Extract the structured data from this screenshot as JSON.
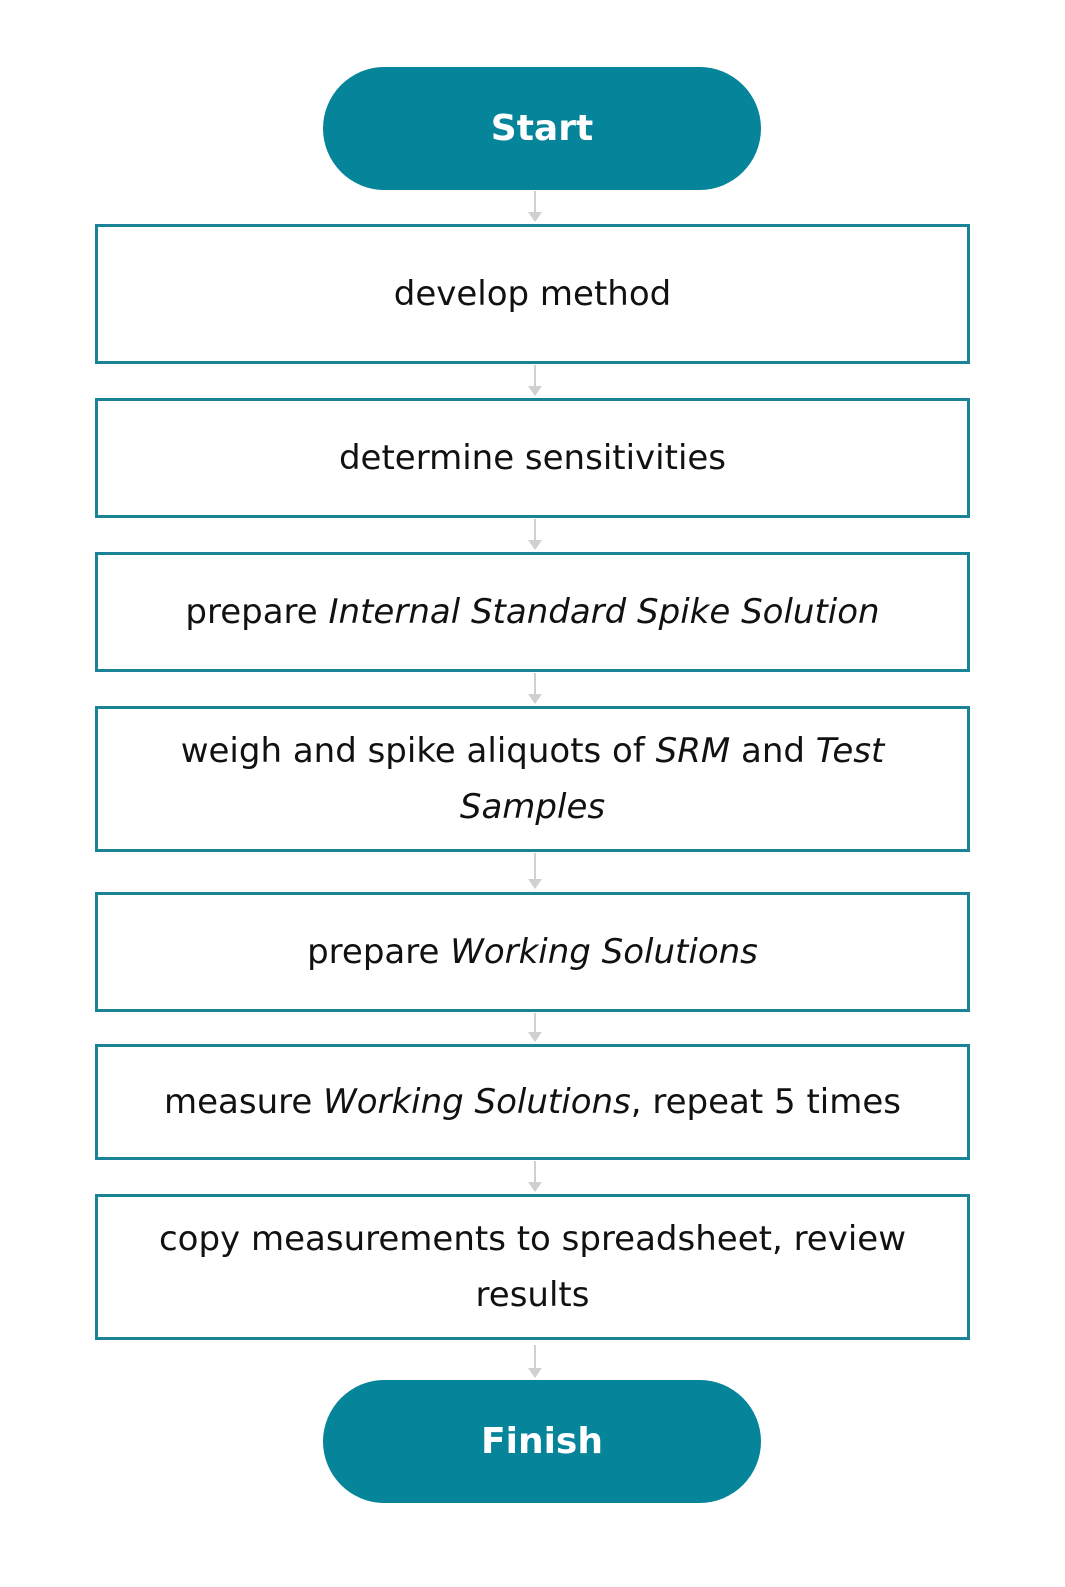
{
  "flowchart": {
    "start_label": "Start",
    "finish_label": "Finish",
    "steps": [
      {
        "parts": [
          "develop method"
        ]
      },
      {
        "parts": [
          "determine sensitivities"
        ]
      },
      {
        "parts": [
          "prepare ",
          "Internal Standard Spike Solution"
        ]
      },
      {
        "parts": [
          "weigh and spike aliquots of ",
          "SRM",
          " and ",
          "Test Samples"
        ]
      },
      {
        "parts": [
          "prepare ",
          "Working Solutions"
        ]
      },
      {
        "parts": [
          "measure ",
          "Working Solutions",
          ", repeat 5 times"
        ]
      },
      {
        "parts": [
          "copy measurements to spreadsheet, review results"
        ]
      }
    ]
  },
  "colors": {
    "terminal_fill": "#05849a",
    "box_border": "#1a8496",
    "arrow": "#d0d0d0"
  }
}
